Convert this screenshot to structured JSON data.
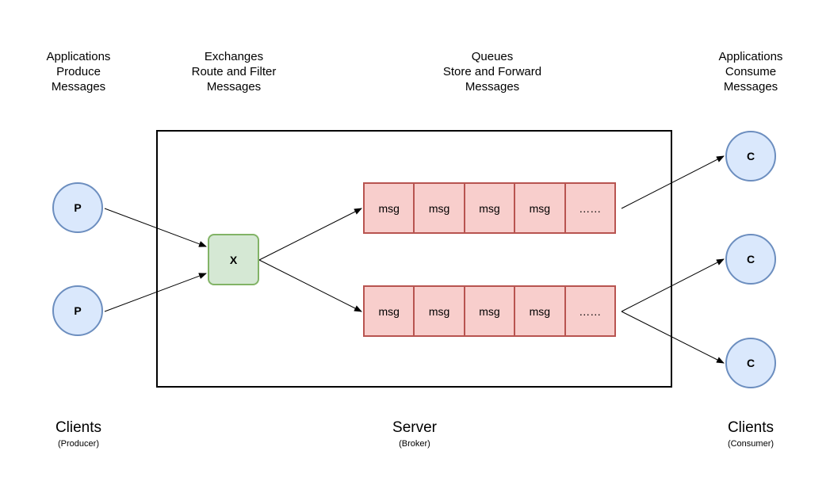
{
  "headers": {
    "producers": [
      "Applications",
      "Produce",
      "Messages"
    ],
    "exchanges": [
      "Exchanges",
      "Route and Filter",
      "Messages"
    ],
    "queues": [
      "Queues",
      "Store and Forward",
      "Messages"
    ],
    "consumers": [
      "Applications",
      "Consume",
      "Messages"
    ]
  },
  "producers": [
    {
      "label": "P"
    },
    {
      "label": "P"
    }
  ],
  "exchange": {
    "label": "X"
  },
  "queues": [
    {
      "cells": [
        "msg",
        "msg",
        "msg",
        "msg",
        "……"
      ]
    },
    {
      "cells": [
        "msg",
        "msg",
        "msg",
        "msg",
        "……"
      ]
    }
  ],
  "consumers": [
    {
      "label": "C"
    },
    {
      "label": "C"
    },
    {
      "label": "C"
    }
  ],
  "footers": {
    "producer": {
      "title": "Clients",
      "subtitle": "(Producer)"
    },
    "server": {
      "title": "Server",
      "subtitle": "(Broker)"
    },
    "consumer": {
      "title": "Clients",
      "subtitle": "(Consumer)"
    }
  },
  "colors": {
    "client_fill": "#dae8fc",
    "client_stroke": "#6c8ebf",
    "exchange_fill": "#d5e8d4",
    "exchange_stroke": "#82b366",
    "queue_fill": "#f8cecc",
    "queue_stroke": "#b85450"
  }
}
